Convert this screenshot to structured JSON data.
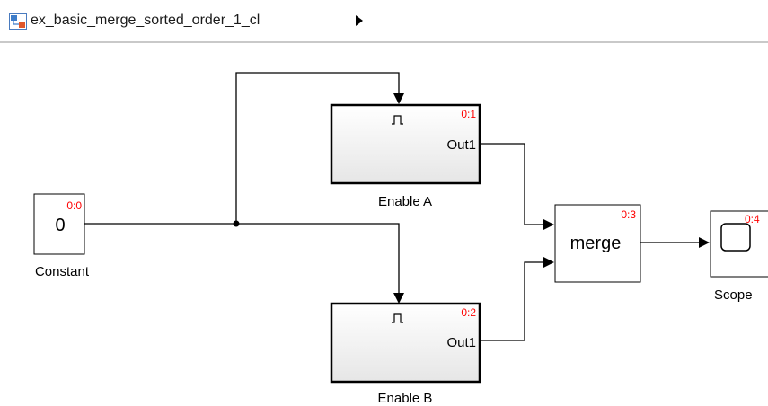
{
  "toolbar": {
    "model_name": "ex_basic_merge_sorted_order_1_cl",
    "model_icon": "simulink-model-icon",
    "breadcrumb_icon": "chevron-right-icon"
  },
  "blocks": {
    "constant": {
      "value": "0",
      "order": "0:0",
      "name": "Constant"
    },
    "enable_a": {
      "order": "0:1",
      "port": "Out1",
      "name": "Enable A",
      "icon": "enable-pulse-icon"
    },
    "enable_b": {
      "order": "0:2",
      "port": "Out1",
      "name": "Enable B",
      "icon": "enable-pulse-icon"
    },
    "merge": {
      "label": "merge",
      "order": "0:3"
    },
    "scope": {
      "order": "0:4",
      "name": "Scope",
      "icon": "scope-screen-icon"
    }
  },
  "colors": {
    "order_text": "#ff0000",
    "subsystem_fill": "#e8e8e8",
    "line": "#000000"
  }
}
